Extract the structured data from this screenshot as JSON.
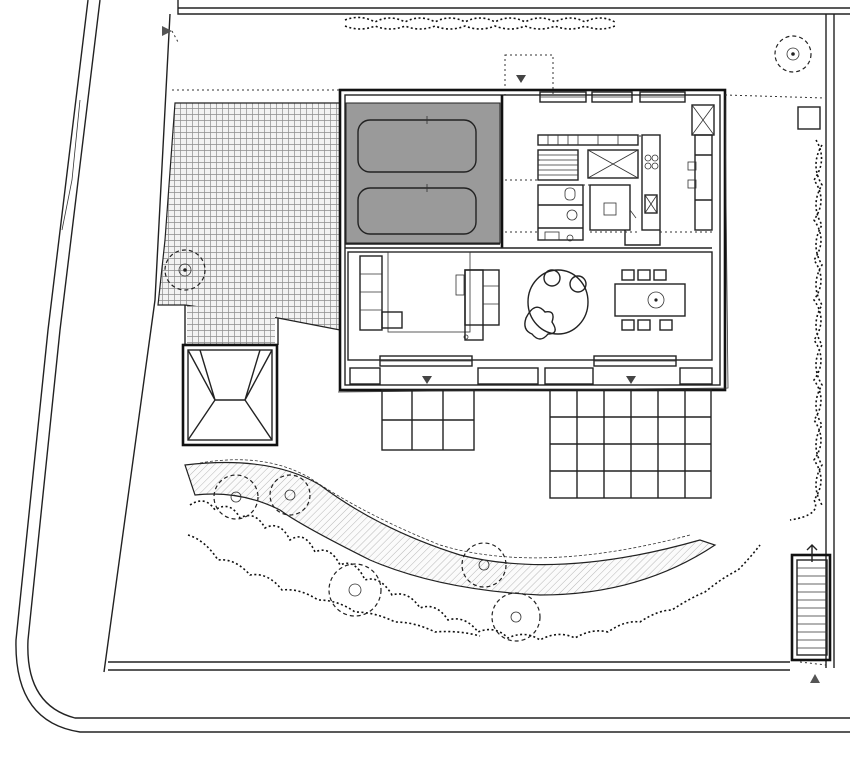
{
  "title": "",
  "colors": {
    "line": "#222222",
    "garage_fill": "#9a9a9a",
    "hatch": "#8c8c8c",
    "background": "#ffffff"
  },
  "icons": {
    "entry_arrow": "triangle",
    "tree": "circle-with-dot",
    "vegetation": "scribble-shrubs"
  }
}
